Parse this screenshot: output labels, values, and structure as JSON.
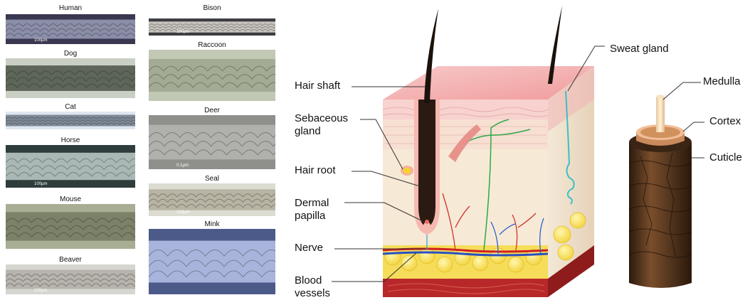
{
  "micrographs": {
    "left": [
      {
        "name": "Human",
        "scale": "100µm",
        "bg": "#3a3850",
        "fiber": "#8a8ea8"
      },
      {
        "name": "Dog",
        "scale": "",
        "bg": "#c9cfc4",
        "fiber": "#5d6658"
      },
      {
        "name": "Cat",
        "scale": "",
        "bg": "#dfe6ef",
        "fiber": "#7f8a98"
      },
      {
        "name": "Horse",
        "scale": "100µm",
        "bg": "#2e3c3c",
        "fiber": "#a9b8b4"
      },
      {
        "name": "Mouse",
        "scale": "",
        "bg": "#a8ae94",
        "fiber": "#7b8268"
      },
      {
        "name": "Beaver",
        "scale": "100µm",
        "bg": "#d6d6d0",
        "fiber": "#b6b4ac"
      }
    ],
    "right": [
      {
        "name": "Bison",
        "scale": "100µm",
        "bg": "#3d3d42",
        "fiber": "#c8c4be"
      },
      {
        "name": "Raccoon",
        "scale": "",
        "bg": "#c1c8b4",
        "fiber": "#a3ab94"
      },
      {
        "name": "Deer",
        "scale": "0.1µm",
        "bg": "#8f8f8c",
        "fiber": "#b0b0ac"
      },
      {
        "name": "Seal",
        "scale": "100µm",
        "bg": "#dcdcd2",
        "fiber": "#b8b4a4"
      },
      {
        "name": "Mink",
        "scale": "",
        "bg": "#4c5a8a",
        "fiber": "#a8b4dc"
      }
    ]
  },
  "skin_labels": {
    "hair_shaft": "Hair shaft",
    "sebaceous_gland_1": "Sebaceous",
    "sebaceous_gland_2": "gland",
    "hair_root": "Hair root",
    "dermal_papilla_1": "Dermal",
    "dermal_papilla_2": "papilla",
    "nerve": "Nerve",
    "blood_vessels_1": "Blood",
    "blood_vessels_2": "vessels",
    "sweat_gland": "Sweat gland"
  },
  "structure_labels": {
    "medulla": "Medulla",
    "cortex": "Cortex",
    "cuticle": "Cuticle"
  }
}
